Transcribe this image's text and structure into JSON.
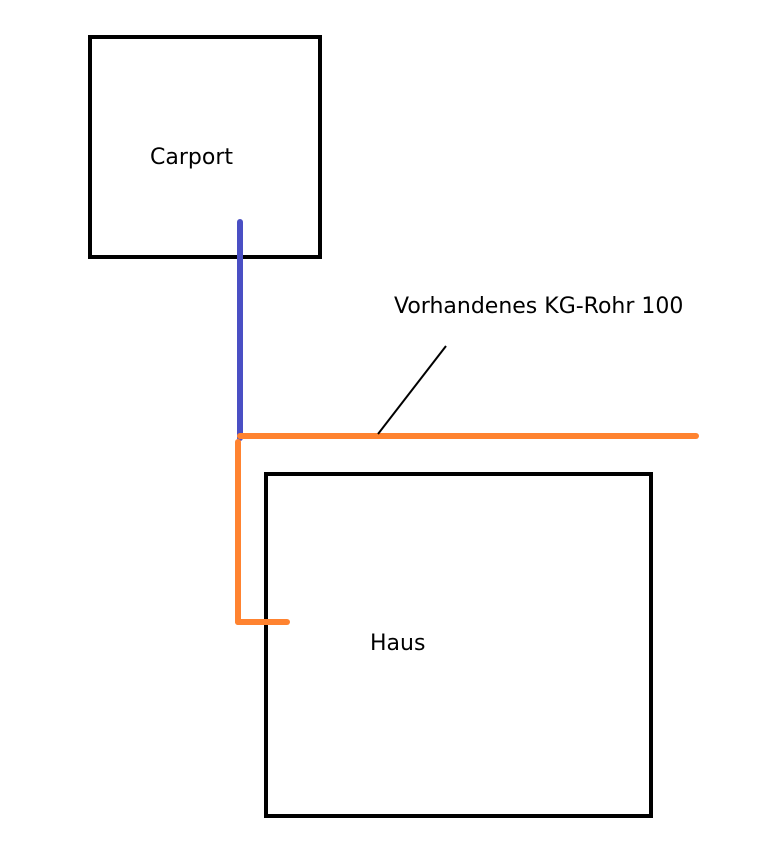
{
  "labels": {
    "carport": "Carport",
    "haus": "Haus",
    "pipe_annotation": "Vorhandenes KG-Rohr 100"
  },
  "colors": {
    "building_outline": "#000000",
    "new_pipe": "#4a4fc4",
    "existing_pipe": "#ff8330",
    "leader_line": "#000000"
  }
}
